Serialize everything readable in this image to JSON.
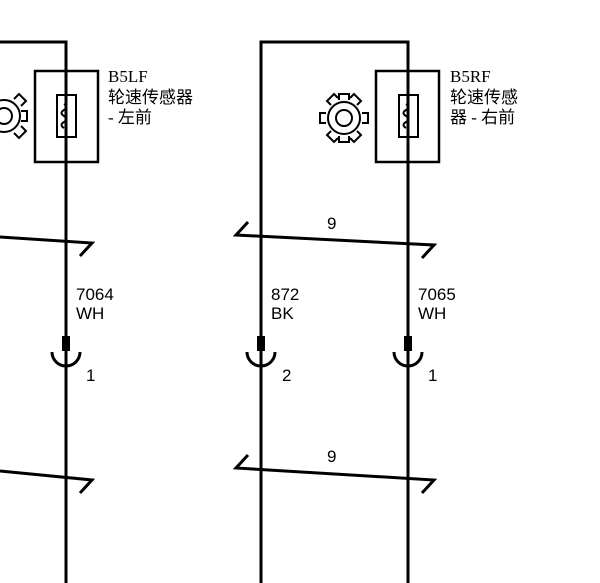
{
  "sensors": {
    "left": {
      "id": "B5LF",
      "desc_line1": "轮速传感器",
      "desc_line2": "- 左前"
    },
    "right": {
      "id": "B5RF",
      "desc_line1": "轮速传感",
      "desc_line2": "器 - 右前"
    }
  },
  "wires": {
    "left": {
      "circuit": "7064",
      "color": "WH",
      "pin": "1"
    },
    "middle": {
      "circuit": "872",
      "color": "BK",
      "pin": "2"
    },
    "right": {
      "circuit": "7065",
      "color": "WH",
      "pin": "1"
    }
  },
  "shield_labels": {
    "upper": "9",
    "lower": "9"
  }
}
